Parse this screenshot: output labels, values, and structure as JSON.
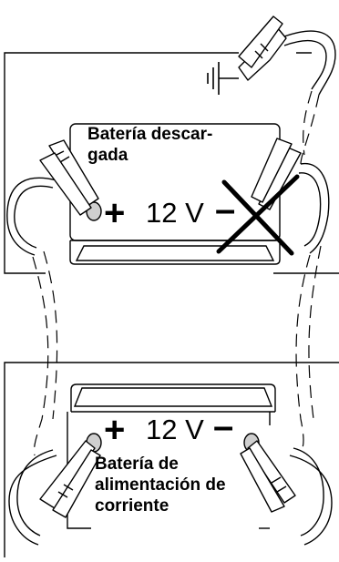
{
  "top_battery": {
    "label": "Batería descar-\ngada",
    "plus": "+",
    "voltage": "12 V",
    "minus": "–"
  },
  "bottom_battery": {
    "label": "Batería de\nalimentación de\ncorriente",
    "plus": "+",
    "voltage": "12 V",
    "minus": "–"
  },
  "icons": [
    "ground-symbol-icon",
    "forbidden-x-icon",
    "jumper-clamp-icon",
    "cable-icon"
  ],
  "colors": {
    "line": "#000000",
    "background": "#ffffff"
  }
}
